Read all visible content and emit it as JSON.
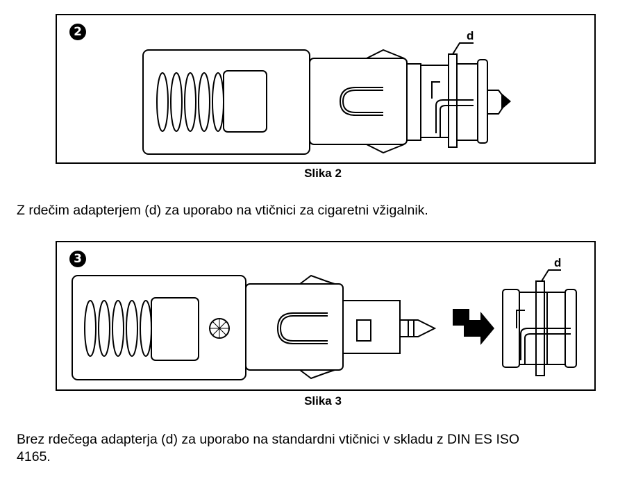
{
  "figure2": {
    "number": "2",
    "label_d": "d",
    "caption": "Slika 2"
  },
  "paragraph1": "Z rdečim adapterjem (d) za uporabo na vtičnici za cigaretni vžigalnik.",
  "figure3": {
    "number": "3",
    "label_d": "d",
    "caption": "Slika 3"
  },
  "paragraph2_line1": "Brez rdečega adapterja (d) za uporabo na standardni vtičnici v skladu z DIN ES ISO",
  "paragraph2_line2": "4165."
}
